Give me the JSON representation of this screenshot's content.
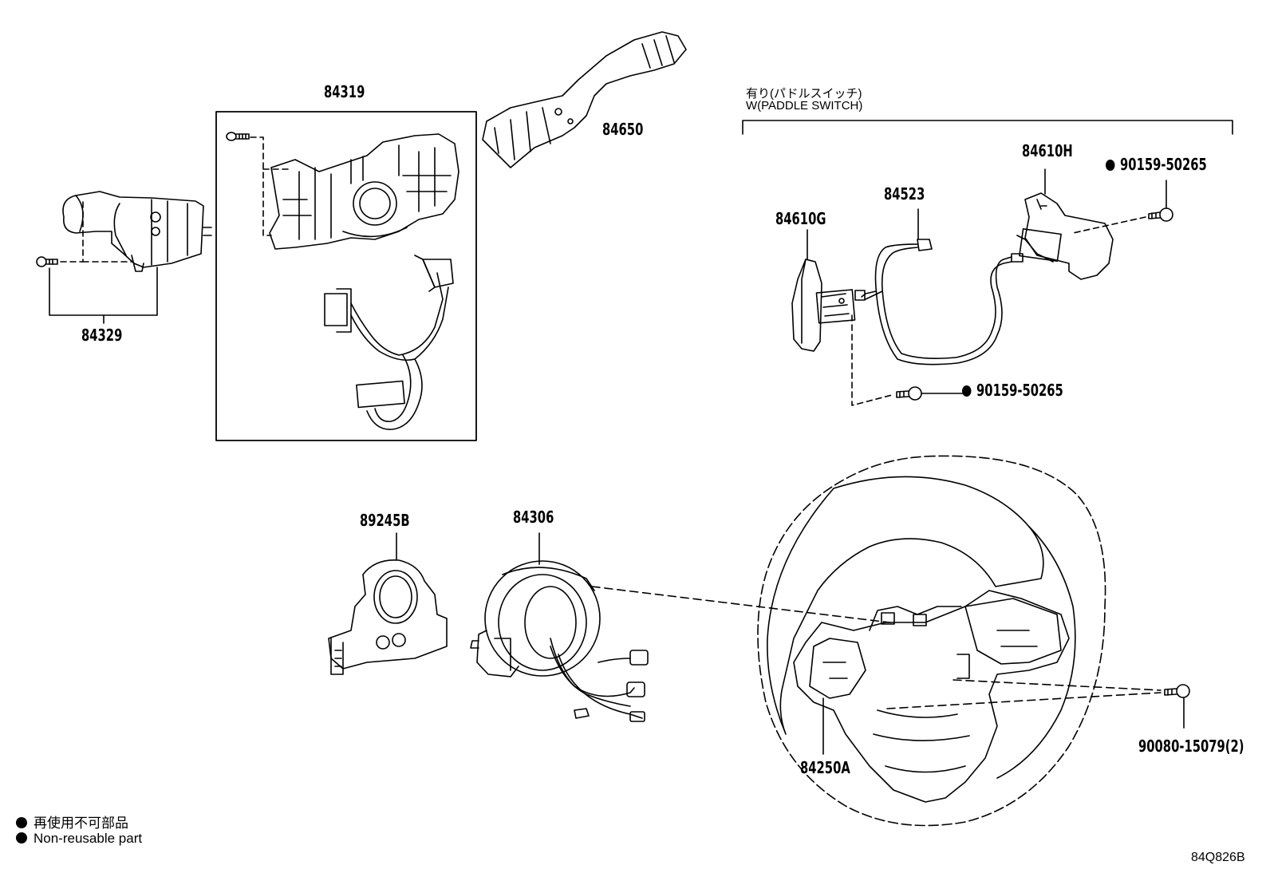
{
  "note": {
    "jp": "有り(パドルスイッチ)",
    "en": "W(PADDLE SWITCH)"
  },
  "parts": {
    "p84319": "84319",
    "p84650": "84650",
    "p84329": "84329",
    "p84610H": "84610H",
    "p90159_top": "90159-50265",
    "p84523": "84523",
    "p84610G": "84610G",
    "p90159_mid": "90159-50265",
    "p89245B": "89245B",
    "p84306": "84306",
    "p90080": "90080-15079(2)",
    "p84250A": "84250A"
  },
  "legend": {
    "jp": "再使用不可部品",
    "en": "Non-reusable part"
  },
  "diagram_code": "84Q826B"
}
